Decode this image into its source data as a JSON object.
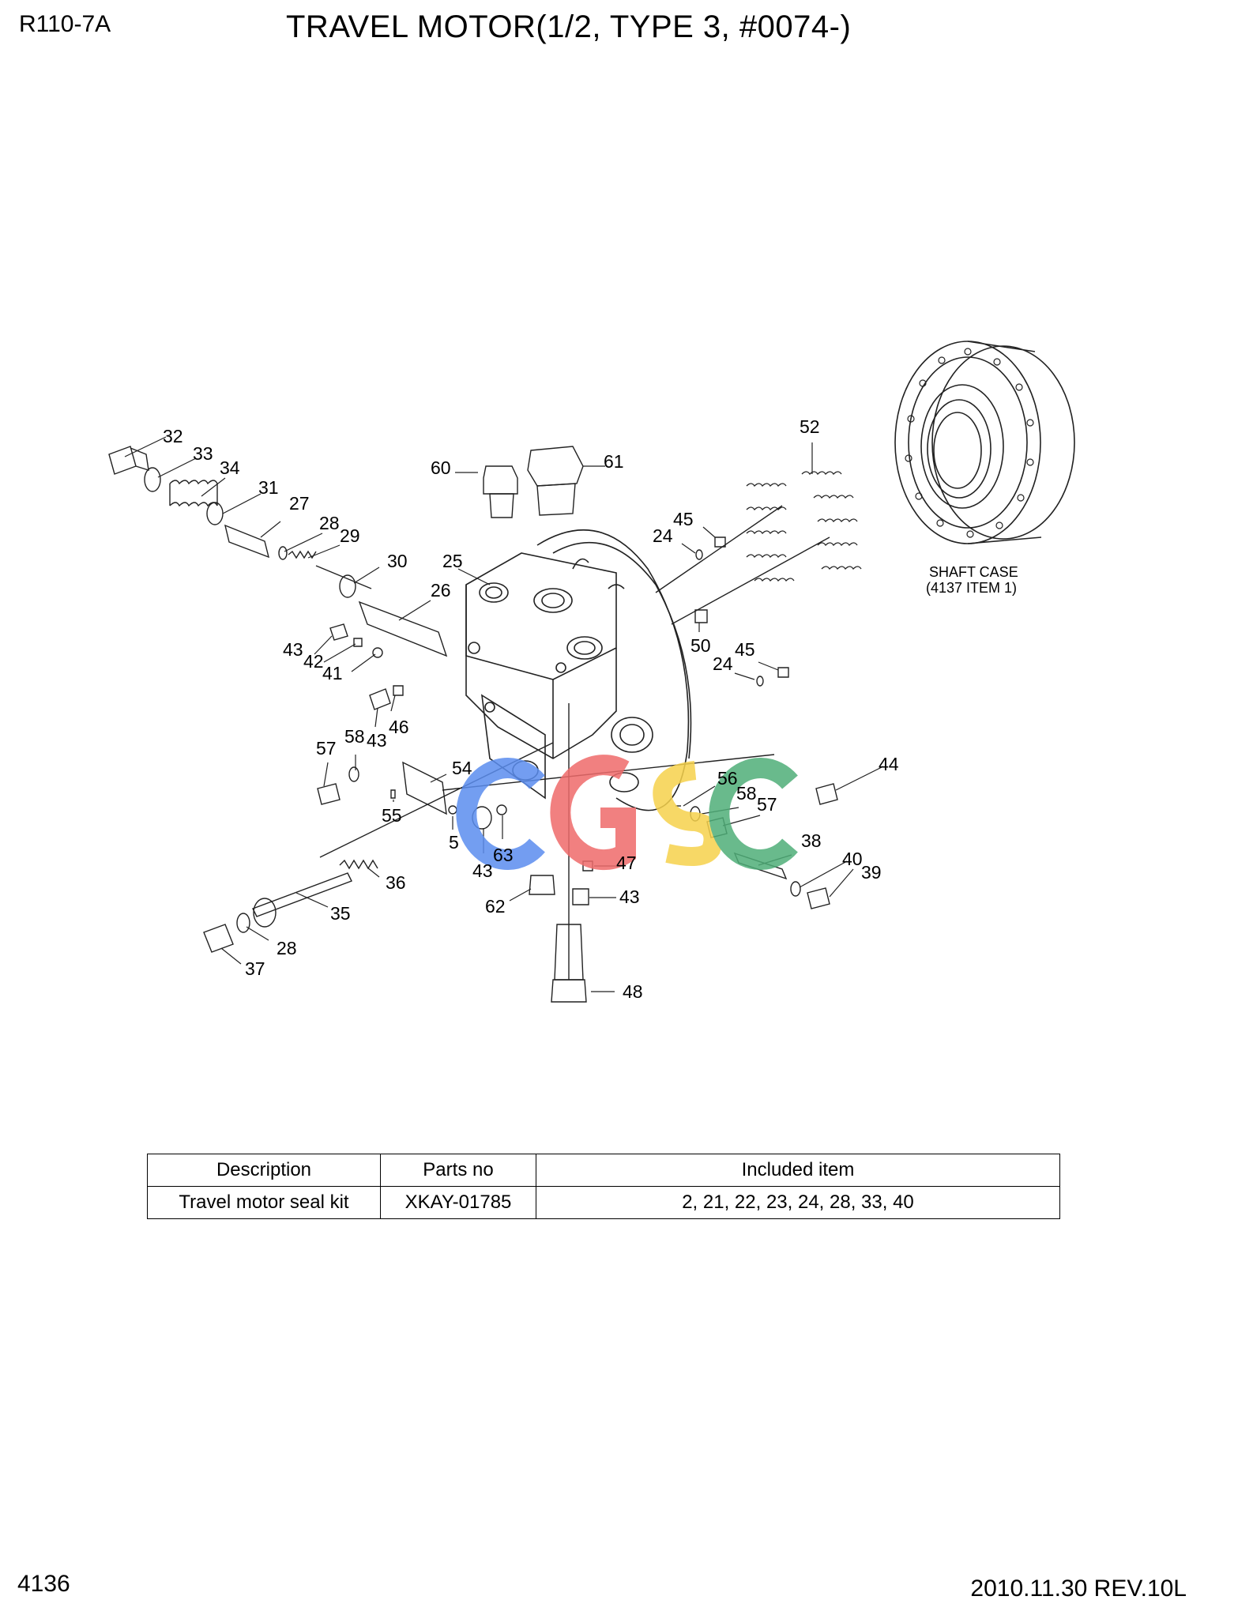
{
  "header": {
    "model": "R110-7A",
    "title": "TRAVEL MOTOR(1/2, TYPE 3, #0074-)"
  },
  "diagram": {
    "callouts": [
      "32",
      "33",
      "34",
      "31",
      "27",
      "28",
      "29",
      "30",
      "26",
      "25",
      "60",
      "61",
      "52",
      "45",
      "24",
      "50",
      "45",
      "24",
      "43",
      "42",
      "41",
      "46",
      "43",
      "57",
      "58",
      "54",
      "55",
      "5",
      "43",
      "63",
      "56",
      "58",
      "57",
      "44",
      "47",
      "43",
      "38",
      "40",
      "39",
      "36",
      "35",
      "28",
      "37",
      "62",
      "48"
    ],
    "shaft_case_caption": [
      "SHAFT CASE",
      "(4137 ITEM 1)"
    ],
    "watermark": "CGSC"
  },
  "kit_table": {
    "headers": [
      "Description",
      "Parts no",
      "Included item"
    ],
    "rows": [
      [
        "Travel motor seal kit",
        "XKAY-01785",
        "2, 21, 22, 23, 24, 28, 33, 40"
      ]
    ]
  },
  "footer": {
    "page": "4136",
    "revision": "2010.11.30  REV.10L"
  },
  "colors": {
    "watermark_blue": "#5b8def",
    "watermark_red": "#ef6b6b",
    "watermark_yellow": "#f6d24c",
    "watermark_green": "#4fae78"
  }
}
